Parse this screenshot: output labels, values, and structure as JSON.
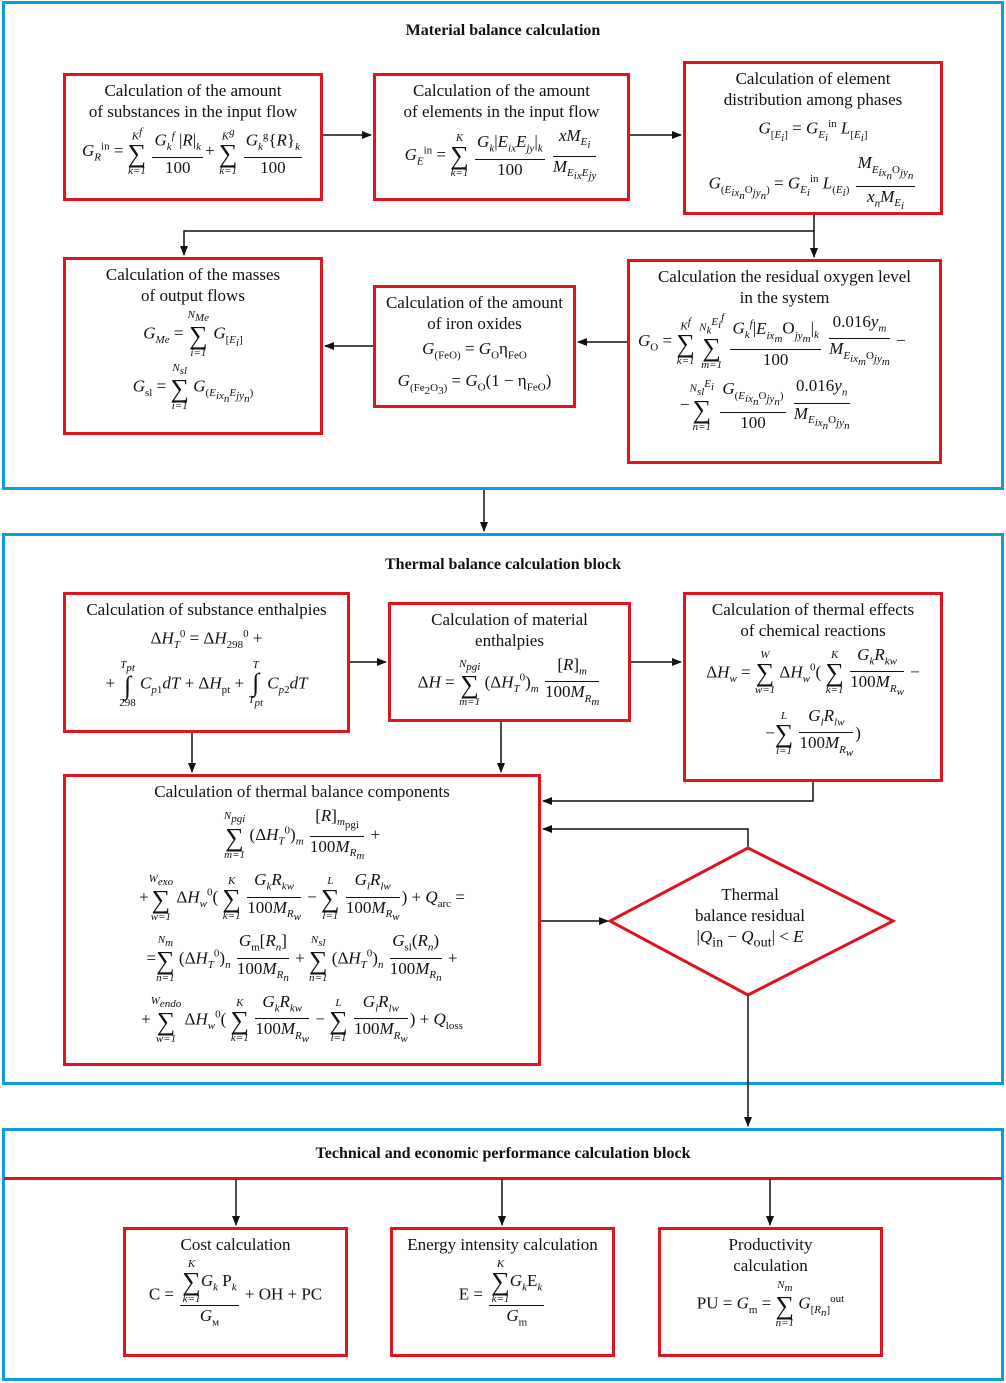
{
  "colors": {
    "section_border": "#0a9ee0",
    "box_border": "#e0141e",
    "wire": "#111111"
  },
  "material": {
    "title": "Material balance calculation",
    "boxes": [
      {
        "title_l1": "Calculation of the amount",
        "title_l2": "of substances in the input flow",
        "formula": "G_R^in = Σ_{k=1}^{K^f} G_k^f |R|_k / 100 + Σ_{k=1}^{K^g} G_k^g {R}_k / 100"
      },
      {
        "title_l1": "Calculation of the amount",
        "title_l2": "of elements in the input flow",
        "formula": "G_E^in = Σ_{k=1}^{K} G_k |E_ix E_jy|_k / 100 · x M_Ei / M_EixEjy"
      },
      {
        "title_l1": "Calculation of element",
        "title_l2": "distribution among phases",
        "formula_1": "G_[Ei] = G_Ei^in L_[Ei]",
        "formula_2": "G_(Eixn Ojyn) = G_Ei^in L_(Ei) · M_EixnOjyn / (x_n M_Ei)"
      },
      {
        "title_l1": "Calculation of the masses",
        "title_l2": "of output flows",
        "formula_1": "G_Me = Σ_{i=1}^{N_Me} G_[Ei]",
        "formula_2": "G_sl = Σ_{i=1}^{N_sl} G_(Eixn Ejyn)"
      },
      {
        "title_l1": "Calculation of the amount",
        "title_l2": "of iron oxides",
        "formula_1": "G_(FeO) = G_O η_FeO",
        "formula_2": "G_(Fe2O3) = G_O(1 − η_FeO)"
      },
      {
        "title_l1": "Calculation the residual oxygen level",
        "title_l2": "in the system",
        "formula_1": "G_O = Σ_{k=1}^{K^f} Σ_{m=1}^{N_k^{Ei^f}} G_k^f |E_ixm O_jym|_k / 100 · 0.016 y_m / M_EixmOjym −",
        "formula_2": "− Σ_{n=1}^{N_sl^{Ei}} G_(Eixn Ojyn) / 100 · 0.016 y_n / M_EixnOjyn"
      }
    ]
  },
  "thermal": {
    "title": "Thermal balance calculation block",
    "boxes": [
      {
        "title_l1": "Calculation of substance enthalpies",
        "formula_1": "ΔH_T^0 = ΔH_298^0 +",
        "formula_2": "+ ∫_298^Tpt C_p1 dT + ΔH_pt + ∫_Tpt^T C_p2 dT"
      },
      {
        "title_l1": "Calculation of material",
        "title_l2": "enthalpies",
        "formula": "ΔH = Σ_{m=1}^{N_pgi} (ΔH_T^0)_m [R]_m / 100 M_Rm"
      },
      {
        "title_l1": "Calculation of thermal effects",
        "title_l2": "of chemical reactions",
        "formula_1": "ΔH_w = Σ_{w=1}^{W} ΔH_w^0 ( Σ_{k=1}^{K} G_k R_kw / 100 M_Rw −",
        "formula_2": "− Σ_{l=1}^{L} G_l R_lw / 100 M_Rw )"
      },
      {
        "title_l1": "Calculation of thermal balance components",
        "formula_1": "Σ_{m=1}^{N_pgi} (ΔH_T^0)_m [R]_m_pgi / 100 M_Rm +",
        "formula_2": "+ Σ_{w=1}^{W_exo} ΔH_w^0 ( Σ_{k=1}^{K} G_k R_kw / 100 M_Rw − Σ_{l=1}^{L} G_l R_lw / 100 M_Rw ) + Q_arc =",
        "formula_3": "= Σ_{n=1}^{N_m} (ΔH_T^0)_n G_m[R_n] / 100 M_Rn + Σ_{n=1}^{N_sl} (ΔH_T^0)_n G_sl(R_n) / 100 M_Rn +",
        "formula_4": "+ Σ_{w=1}^{W_endo} ΔH_w^0 ( Σ_{k=1}^{K} G_k R_kw / 100 M_Rw − Σ_{l=1}^{L} G_l R_lw / 100 M_Rw ) + Q_loss"
      }
    ],
    "decision": {
      "line1": "Thermal",
      "line2": "balance residual",
      "condition": "|Q_in − Q_out| < E"
    }
  },
  "econ": {
    "title": "Technical and economic performance calculation block",
    "boxes": [
      {
        "title_l1": "Cost calculation",
        "formula": "C = Σ_{k=1}^{K} G_k P_k / G_м + OH + PC"
      },
      {
        "title_l1": "Energy intensity calculation",
        "formula": "E = Σ_{k=1}^{K} G_k E_k / G_m"
      },
      {
        "title_l1": "Productivity",
        "title_l2": "calculation",
        "formula": "PU = G_m = Σ_{n=1}^{N_m} G_[Rn]^out"
      }
    ]
  }
}
